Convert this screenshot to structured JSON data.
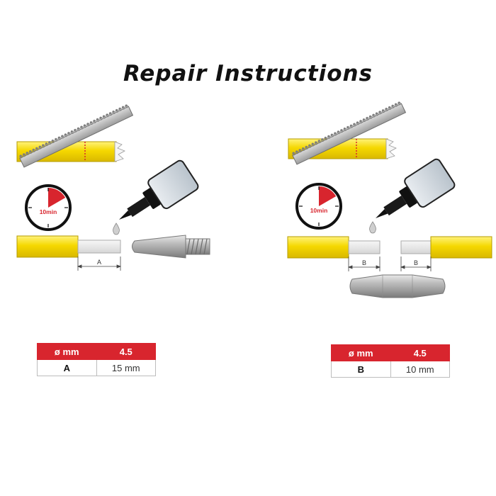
{
  "title": "Repair Instructions",
  "timer_label": "10min",
  "colors": {
    "tube_yellow": "#f2d300",
    "header_red": "#d8252e",
    "metal_gray": "#a9a9a9"
  },
  "left_panel": {
    "dimension_label": "A",
    "table": {
      "header_col1": "ø mm",
      "header_col2": "4.5",
      "row_label": "A",
      "row_value": "15 mm"
    }
  },
  "right_panel": {
    "dimension_label_left": "B",
    "dimension_label_right": "B",
    "table": {
      "header_col1": "ø mm",
      "header_col2": "4.5",
      "row_label": "B",
      "row_value": "10 mm"
    }
  }
}
